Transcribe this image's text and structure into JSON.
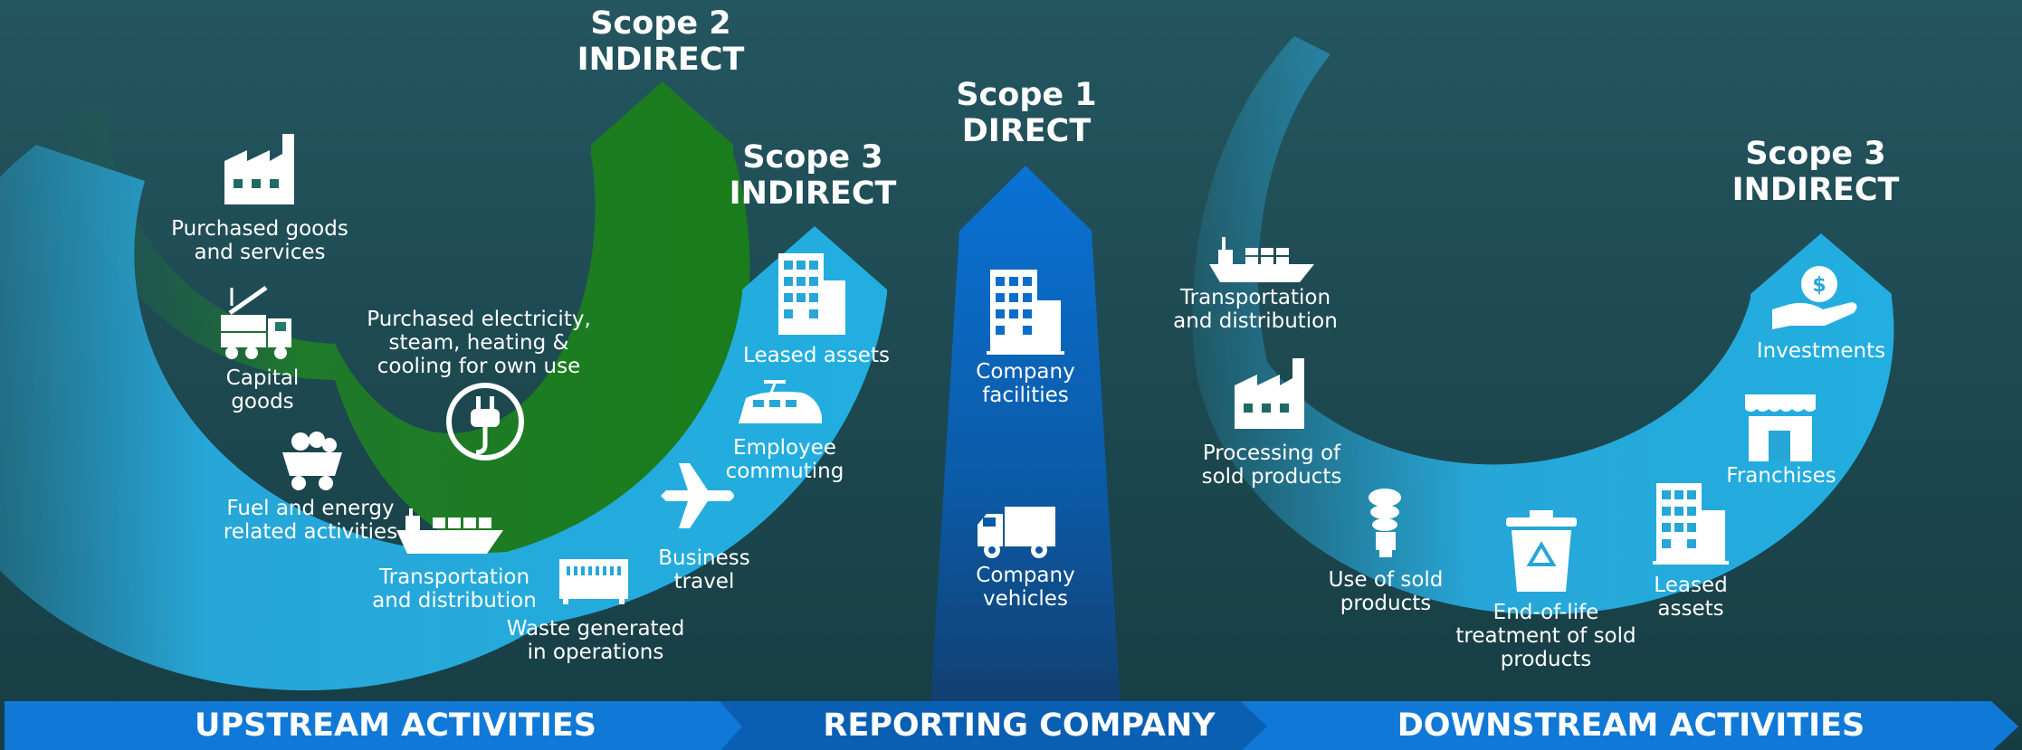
{
  "scopes": {
    "scope2": {
      "line1": "Scope 2",
      "line2": "INDIRECT"
    },
    "scope3_upstream": {
      "line1": "Scope 3",
      "line2": "INDIRECT"
    },
    "scope1": {
      "line1": "Scope 1",
      "line2": "DIRECT"
    },
    "scope3_downstream": {
      "line1": "Scope 3",
      "line2": "INDIRECT"
    }
  },
  "upstream": {
    "purchased_goods": [
      "Purchased goods",
      "and services"
    ],
    "capital_goods": [
      "Capital",
      "goods"
    ],
    "fuel_energy": [
      "Fuel and energy",
      "related activities"
    ],
    "transportation": [
      "Transportation",
      "and distribution"
    ],
    "waste": [
      "Waste generated",
      "in operations"
    ],
    "business_travel": [
      "Business",
      "travel"
    ],
    "employee_commuting": [
      "Employee",
      "commuting"
    ],
    "leased_assets": [
      "Leased assets"
    ],
    "purchased_electricity": [
      "Purchased electricity,",
      "steam, heating &",
      "cooling for own use"
    ]
  },
  "reporting": {
    "facilities": [
      "Company",
      "facilities"
    ],
    "vehicles": [
      "Company",
      "vehicles"
    ]
  },
  "downstream": {
    "transportation": [
      "Transportation",
      "and distribution"
    ],
    "processing": [
      "Processing of",
      "sold products"
    ],
    "use_of_sold": [
      "Use of sold",
      "products"
    ],
    "end_of_life": [
      "End-of-life",
      "treatment of sold",
      "products"
    ],
    "leased_assets": [
      "Leased",
      "assets"
    ],
    "franchises": [
      "Franchises"
    ],
    "investments": [
      "Investments"
    ]
  },
  "bar": {
    "upstream": "UPSTREAM ACTIVITIES",
    "reporting": "REPORTING COMPANY",
    "downstream": "DOWNSTREAM ACTIVITIES"
  },
  "colors": {
    "scope2_green": "#1a7a1e",
    "scope3_blue": "#26a9d9",
    "scope1_blue": "#0a6fd0",
    "bar_blue": "#1079d8",
    "bar_dark": "#0b5fb3"
  }
}
